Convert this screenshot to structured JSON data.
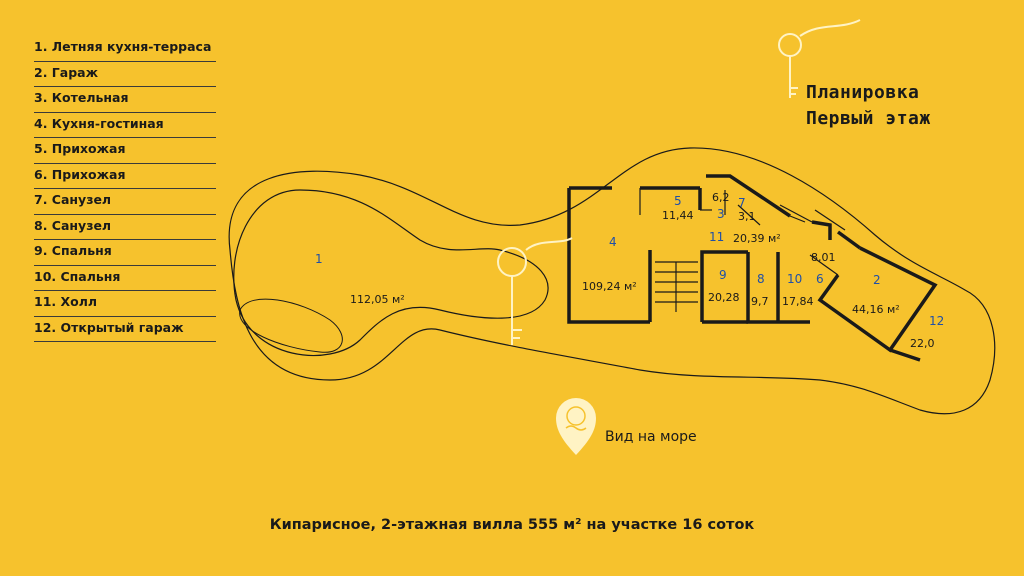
{
  "legend": [
    "1. Летняя кухня-терраса",
    "2. Гараж",
    "3. Котельная",
    "4. Кухня-гостиная",
    "5. Прихожая",
    "6. Прихожая",
    "7. Санузел",
    "8. Санузел",
    "9. Спальня",
    "10. Спальня",
    "11. Холл",
    "12. Открытый гараж"
  ],
  "title_line1": "Планировка",
  "title_line2": "Первый этаж",
  "sea_label": "Вид на море",
  "caption": "Кипарисное, 2-этажная вилла 555 м² на участке 16 соток",
  "rooms": {
    "r1": {
      "num": "1",
      "area": "112,05 м²"
    },
    "r2": {
      "num": "2",
      "area": "44,16 м²"
    },
    "r3": {
      "num": "3",
      "area": "6,2"
    },
    "r4": {
      "num": "4",
      "area": "109,24 м²"
    },
    "r5": {
      "num": "5",
      "area": "11,44"
    },
    "r6": {
      "num": "6",
      "area": "8,01"
    },
    "r7": {
      "num": "7",
      "area": "3,1"
    },
    "r8": {
      "num": "8",
      "area": "9,7"
    },
    "r9": {
      "num": "9",
      "area": "20,28"
    },
    "r10": {
      "num": "10",
      "area": "17,84"
    },
    "r11": {
      "num": "11",
      "area": "20,39 м²"
    },
    "r12": {
      "num": "12",
      "area": "22,0"
    }
  },
  "colors": {
    "background": "#F6C22D",
    "ink": "#1a1a1a",
    "room_number": "#1f4fa8",
    "icon_light": "#fff3c4"
  },
  "icons": {
    "key": "key-icon",
    "pin": "location-pin-icon"
  }
}
